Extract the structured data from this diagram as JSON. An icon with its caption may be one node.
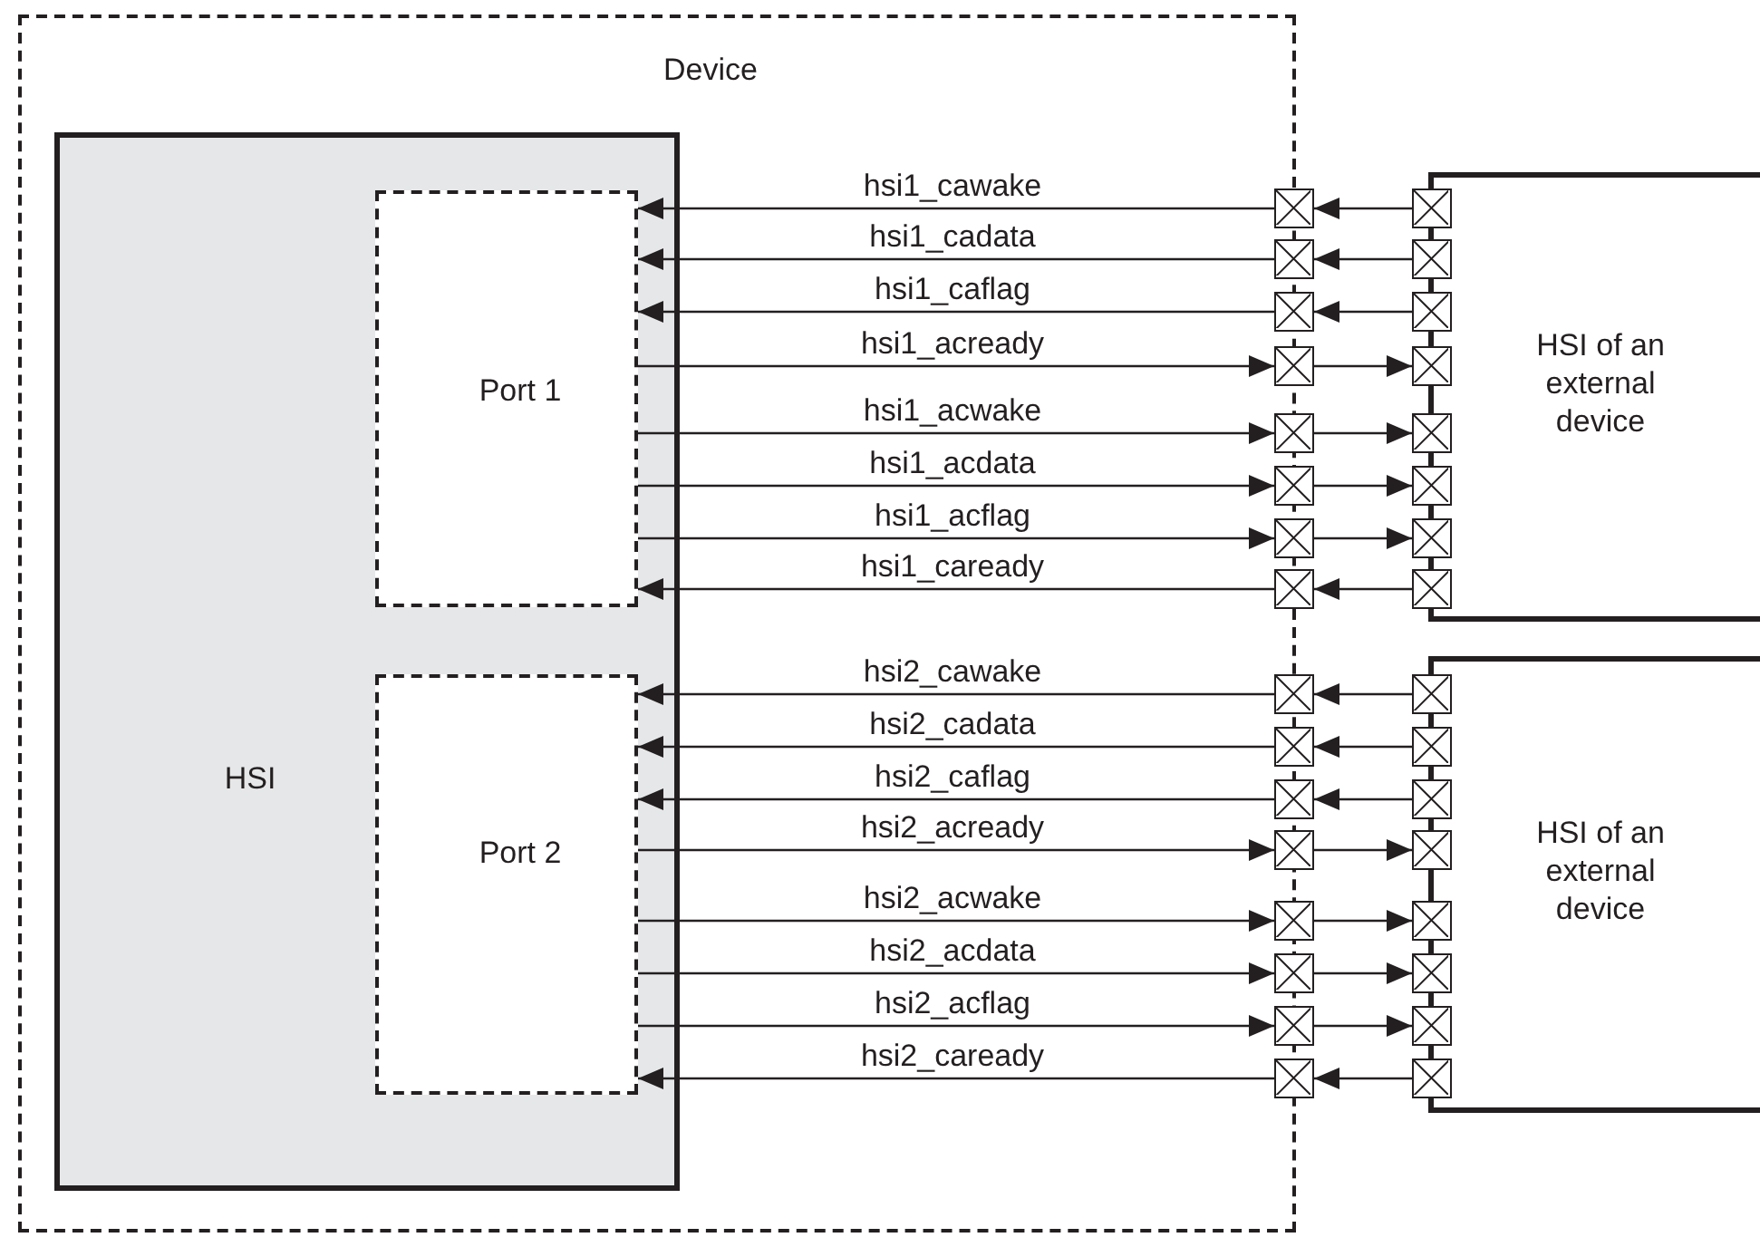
{
  "diagram": {
    "nodes": [
      {
        "text": [
          "Device"
        ]
      },
      {
        "text": [
          "HSI"
        ],
        "in": 0
      },
      {
        "text": [
          "Port 1"
        ],
        "in": 1
      },
      {
        "text": [
          "Port 2"
        ],
        "in": 1
      },
      {
        "text": [
          "HSI of an external device"
        ]
      },
      {
        "text": [
          "HSI of an external device"
        ]
      },
      {
        "text": [],
        "shape": "box"
      },
      {
        "text": [],
        "shape": "box"
      },
      {
        "text": [],
        "shape": "box"
      },
      {
        "text": [],
        "shape": "box"
      },
      {
        "text": [],
        "shape": "box"
      },
      {
        "text": [],
        "shape": "box"
      },
      {
        "text": [],
        "shape": "box"
      },
      {
        "text": [],
        "shape": "box"
      },
      {
        "text": [],
        "shape": "box"
      },
      {
        "text": [],
        "shape": "box"
      },
      {
        "text": [],
        "shape": "box"
      },
      {
        "text": [],
        "shape": "box"
      },
      {
        "text": [],
        "shape": "box"
      },
      {
        "text": [],
        "shape": "box"
      },
      {
        "text": [],
        "shape": "box"
      },
      {
        "text": [],
        "shape": "box"
      },
      {
        "text": [],
        "shape": "box"
      },
      {
        "text": [],
        "shape": "box"
      },
      {
        "text": [],
        "shape": "box"
      },
      {
        "text": [],
        "shape": "box"
      },
      {
        "text": [],
        "shape": "box"
      },
      {
        "text": [],
        "shape": "box"
      },
      {
        "text": [],
        "shape": "box"
      },
      {
        "text": [],
        "shape": "box"
      },
      {
        "text": [],
        "shape": "box"
      },
      {
        "text": [],
        "shape": "box"
      },
      {
        "text": [],
        "shape": "box"
      },
      {
        "text": [],
        "shape": "box"
      },
      {
        "text": [],
        "shape": "box"
      },
      {
        "text": [],
        "shape": "box"
      },
      {
        "text": [],
        "shape": "box"
      },
      {
        "text": [],
        "shape": "box"
      }
    ],
    "edges": [
      {
        "from": 22,
        "to": 6,
        "arrow": "to"
      },
      {
        "from": 6,
        "to": 2,
        "arrow": "to",
        "label": "hsi1_cawake"
      },
      {
        "from": 23,
        "to": 7,
        "arrow": "to"
      },
      {
        "from": 7,
        "to": 2,
        "arrow": "to",
        "label": "hsi1_cadata"
      },
      {
        "from": 24,
        "to": 8,
        "arrow": "to"
      },
      {
        "from": 8,
        "to": 2,
        "arrow": "to",
        "label": "hsi1_caflag"
      },
      {
        "from": 2,
        "to": 9,
        "arrow": "to",
        "label": "hsi1_acready"
      },
      {
        "from": 9,
        "to": 25,
        "arrow": "to"
      },
      {
        "from": 2,
        "to": 10,
        "arrow": "to",
        "label": "hsi1_acwake"
      },
      {
        "from": 10,
        "to": 26,
        "arrow": "to"
      },
      {
        "from": 2,
        "to": 11,
        "arrow": "to",
        "label": "hsi1_acdata"
      },
      {
        "from": 11,
        "to": 27,
        "arrow": "to"
      },
      {
        "from": 2,
        "to": 12,
        "arrow": "to",
        "label": "hsi1_acflag"
      },
      {
        "from": 12,
        "to": 28,
        "arrow": "to"
      },
      {
        "from": 29,
        "to": 13,
        "arrow": "to"
      },
      {
        "from": 13,
        "to": 2,
        "arrow": "to",
        "label": "hsi1_caready"
      },
      {
        "from": 30,
        "to": 14,
        "arrow": "to"
      },
      {
        "from": 14,
        "to": 3,
        "arrow": "to",
        "label": "hsi2_cawake"
      },
      {
        "from": 31,
        "to": 15,
        "arrow": "to"
      },
      {
        "from": 15,
        "to": 3,
        "arrow": "to",
        "label": "hsi2_cadata"
      },
      {
        "from": 32,
        "to": 16,
        "arrow": "to"
      },
      {
        "from": 16,
        "to": 3,
        "arrow": "to",
        "label": "hsi2_caflag"
      },
      {
        "from": 3,
        "to": 17,
        "arrow": "to",
        "label": "hsi2_acready"
      },
      {
        "from": 17,
        "to": 33,
        "arrow": "to"
      },
      {
        "from": 3,
        "to": 18,
        "arrow": "to",
        "label": "hsi2_acwake"
      },
      {
        "from": 18,
        "to": 34,
        "arrow": "to"
      },
      {
        "from": 3,
        "to": 19,
        "arrow": "to",
        "label": "hsi2_acdata"
      },
      {
        "from": 19,
        "to": 35,
        "arrow": "to"
      },
      {
        "from": 3,
        "to": 20,
        "arrow": "to",
        "label": "hsi2_acflag"
      },
      {
        "from": 20,
        "to": 36,
        "arrow": "to"
      },
      {
        "from": 37,
        "to": 21,
        "arrow": "to"
      },
      {
        "from": 21,
        "to": 3,
        "arrow": "to",
        "label": "hsi2_caready"
      }
    ]
  }
}
